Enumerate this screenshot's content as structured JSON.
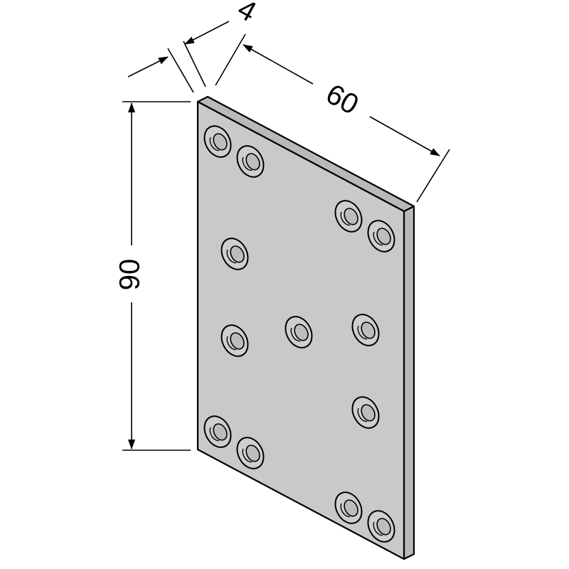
{
  "dimensions": {
    "height": "90",
    "width": "60",
    "thickness": "4"
  },
  "plate": {
    "hole_count": 13,
    "face_color": "#c9c9c9",
    "edge_color": "#b9b9b9"
  }
}
